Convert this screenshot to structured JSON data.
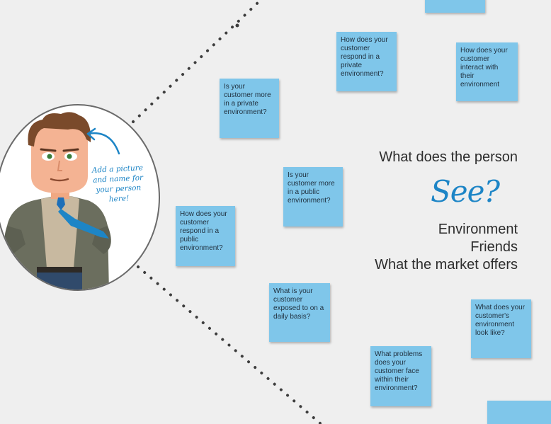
{
  "persona": {
    "avatar_label": "Add a picture and name for your person here!"
  },
  "section": {
    "heading": "What does the person",
    "keyword": "See?",
    "items": [
      "Environment",
      "Friends",
      "What the market offers"
    ]
  },
  "notes": [
    {
      "id": "top-partial",
      "text": ""
    },
    {
      "id": "private-respond",
      "text": "How does your customer respond in a private environment?"
    },
    {
      "id": "interact",
      "text": "How does your customer interact with their environment"
    },
    {
      "id": "private-more",
      "text": "Is your customer more in a private environment?"
    },
    {
      "id": "public-more",
      "text": "Is your customer more in a public environment?"
    },
    {
      "id": "public-respond",
      "text": "How does your customer respond in a public environment?"
    },
    {
      "id": "exposed",
      "text": "What is your customer exposed to on a daily basis?"
    },
    {
      "id": "env-look",
      "text": "What does your customer's environment look like?"
    },
    {
      "id": "problems",
      "text": "What problems does your customer face within their environment?"
    },
    {
      "id": "bottom-partial",
      "text": ""
    }
  ],
  "colors": {
    "note": "#7fc6ea",
    "accent": "#1d85c6",
    "background": "#efefef",
    "text": "#2d2d2d"
  }
}
